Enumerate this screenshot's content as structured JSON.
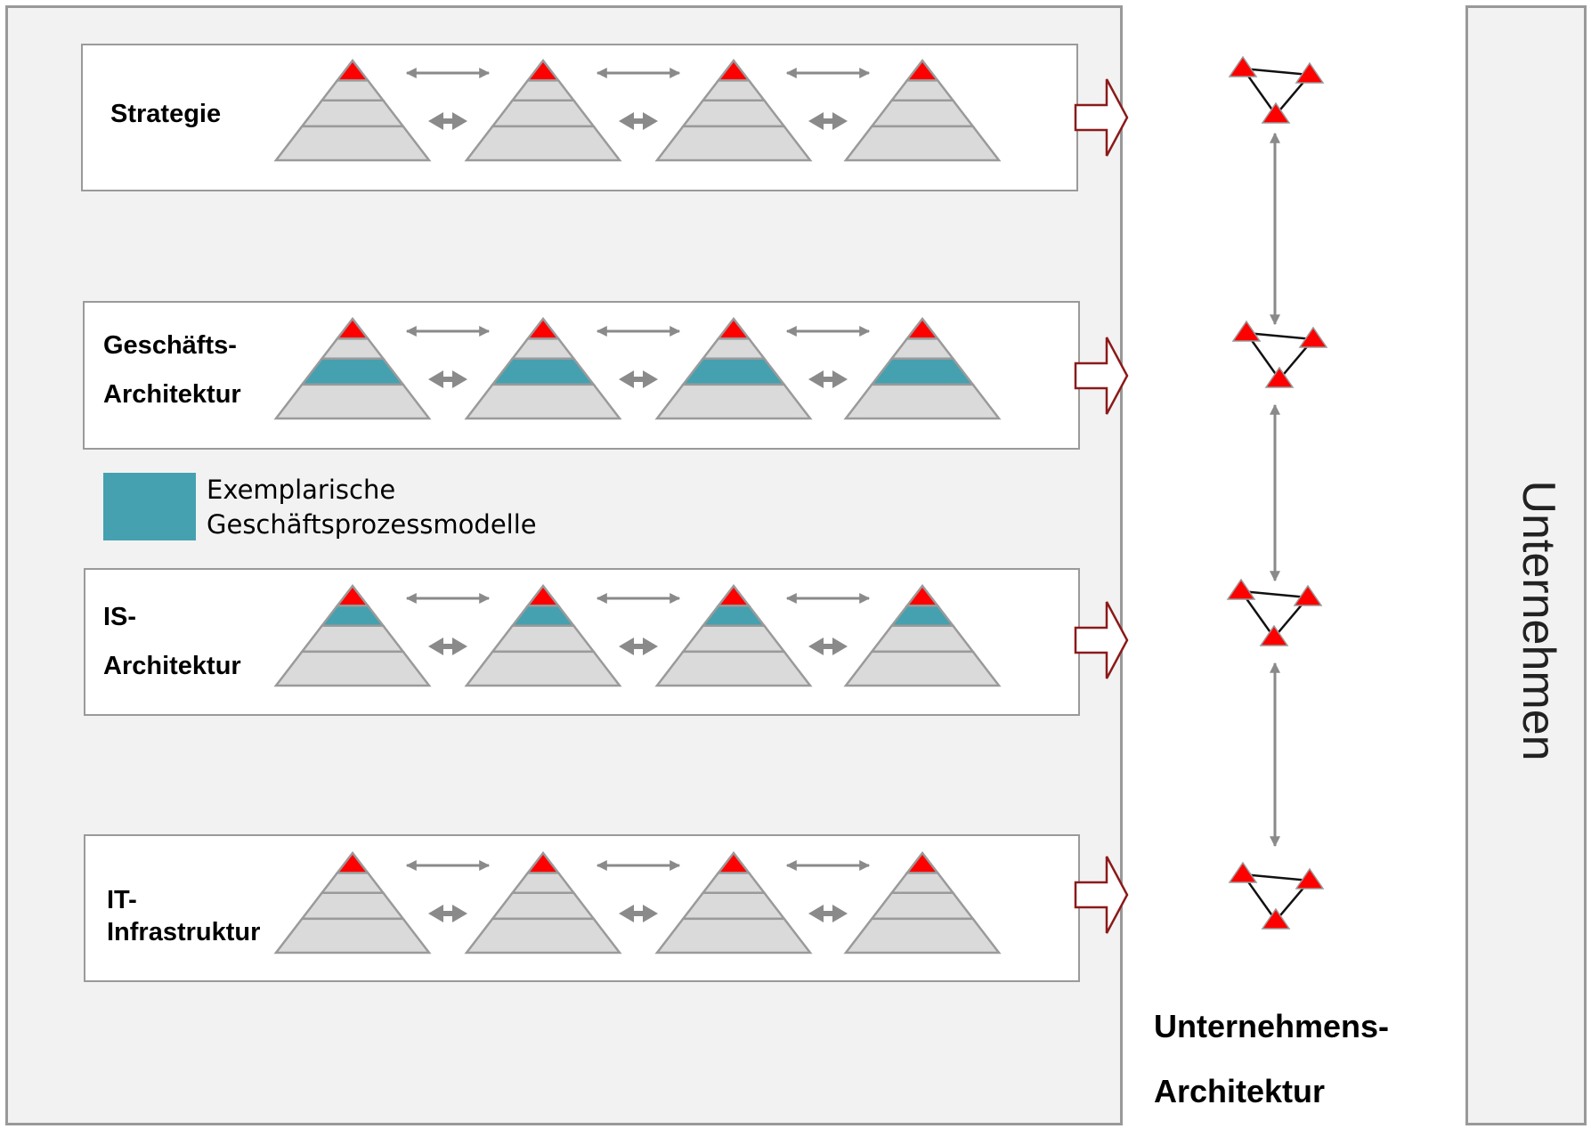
{
  "colors": {
    "apex_red": "#ff0000",
    "highlight_teal": "#45a1b0",
    "layer_gray": "#dadada",
    "outline_gray": "#9a9a9a",
    "arrow_gray": "#8a8a8a",
    "flow_arrow_red": "#8b1a1a",
    "background": "#f2f2f2"
  },
  "rows": [
    {
      "label": "Strategie",
      "highlight_layer": null
    },
    {
      "label": "Geschäfts-\nArchitektur",
      "highlight_layer": 2
    },
    {
      "label": "IS-\nArchitektur",
      "highlight_layer": 1
    },
    {
      "label": "IT-\nInfrastruktur",
      "highlight_layer": null
    }
  ],
  "legend": {
    "text": "Exemplarische\nGeschäftsprozessmodelle",
    "swatch_color": "#45a1b0"
  },
  "enterprise_architecture_label": "Unternehmens-\nArchitektur",
  "company_label": "Unternehmen",
  "icons": {
    "pyramid": "layered-pyramid-icon",
    "node_triangle": "linked-triangles-icon",
    "flow_arrow": "block-arrow-right-icon"
  }
}
